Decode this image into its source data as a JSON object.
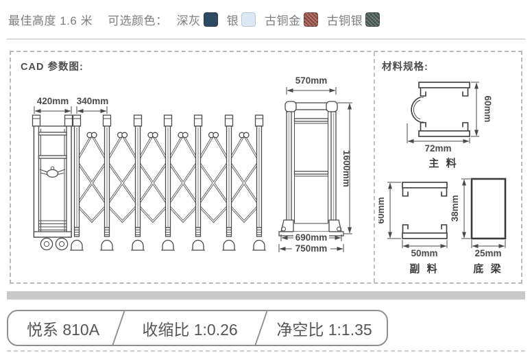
{
  "header": {
    "best_height": "最佳高度 1.6 米",
    "colors_label": "可选颜色：",
    "colors": [
      {
        "name": "深灰",
        "hex": "#2e4a63"
      },
      {
        "name": "银",
        "hex": "#dce8f3"
      },
      {
        "name": "古铜金",
        "hex": "#a65a50"
      },
      {
        "name": "古铜银",
        "hex": "#4d635d"
      }
    ]
  },
  "cad": {
    "title": "CAD 参数图:",
    "front": {
      "head_width": "420mm",
      "bay_width": "340mm"
    },
    "side": {
      "top_width": "570mm",
      "height": "1600mm",
      "base_inner": "690mm",
      "base_outer": "750mm"
    }
  },
  "materials": {
    "title": "材料规格:",
    "main": {
      "label": "主 料",
      "w": "72mm",
      "h": "60mm"
    },
    "aux": {
      "label": "副 料",
      "w": "50mm",
      "h": "60mm"
    },
    "beam": {
      "label": "底 梁",
      "w": "25mm",
      "h": "38mm"
    }
  },
  "footer": {
    "model": "悦系 810A",
    "shrink_ratio": "收缩比 1:0.26",
    "clearance_ratio": "净空比 1:1.35"
  }
}
